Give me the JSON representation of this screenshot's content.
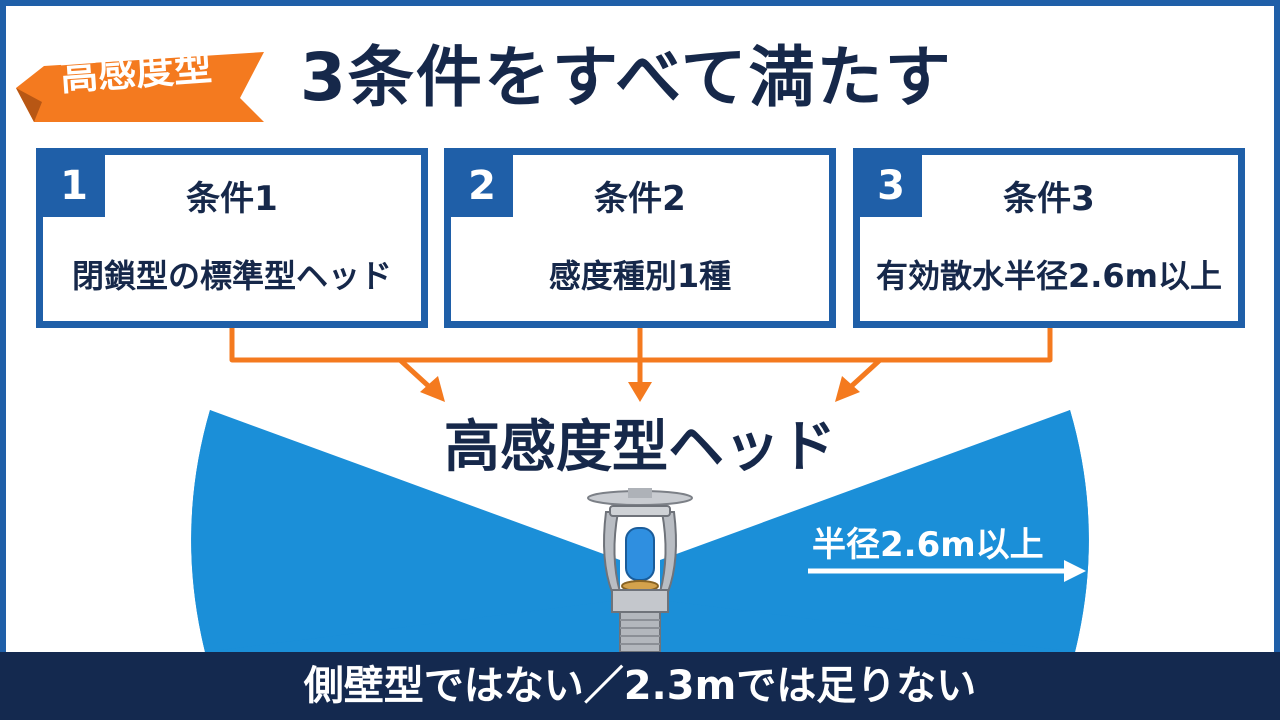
{
  "header": {
    "badge": "高感度型",
    "title": "3条件をすべて満たす"
  },
  "conditions": [
    {
      "number": "1",
      "heading": "条件1",
      "text": "閉鎖型の標準型ヘッド"
    },
    {
      "number": "2",
      "heading": "条件2",
      "text": "感度種別1種"
    },
    {
      "number": "3",
      "heading": "条件3",
      "text": "有効散水半径2.6m以上"
    }
  ],
  "result": {
    "label": "高感度型ヘッド",
    "radius_label": "半径2.6m以上"
  },
  "footer": {
    "note": "側壁型ではない／2.3mでは足りない"
  },
  "colors": {
    "primary_blue": "#1f5fa8",
    "navy": "#16284a",
    "orange": "#f47a1f",
    "spray_blue": "#1b8fd8",
    "footer_bg": "#14294f"
  }
}
